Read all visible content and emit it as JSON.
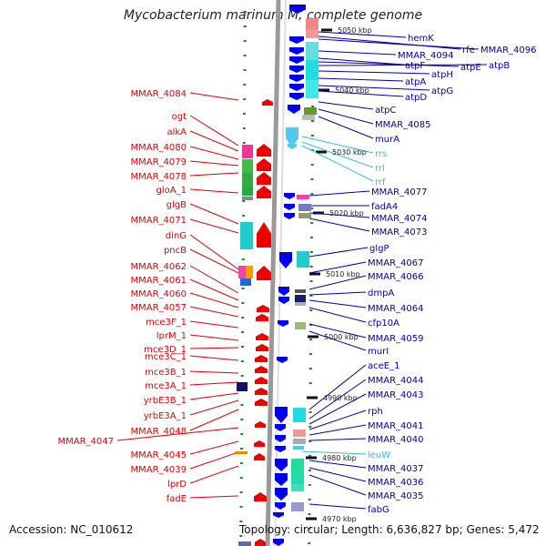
{
  "title": "Mycobacterium marinum M, complete genome",
  "footer": {
    "accession": "Accession: NC_010612",
    "topology": "Topology: circular; Length: 6,636,827 bp; Genes: 5,472"
  },
  "colors": {
    "left_label": "#dd0000",
    "right_label": "#0000aa",
    "rna_label": "#33bbdd",
    "leader": "#dd0000",
    "right_leader": "#0000aa",
    "rna_leader": "#33bbdd",
    "backbone": "#999999",
    "tick": "#1a8a1a",
    "forward_arrow": "#ee0000",
    "reverse_arrow": "#0000ee",
    "rna_arrow": "#55c8ee"
  },
  "kbp_markers": [
    "5050 kbp",
    "5040 kbp",
    "5030 kbp",
    "5020 kbp",
    "5010 kbp",
    "5000 kbp",
    "4990 kbp",
    "4980 kbp",
    "4970 kbp"
  ],
  "left_genes": [
    "MMAR_4084",
    "ogt",
    "alkA",
    "MMAR_4080",
    "MMAR_4079",
    "MMAR_4078",
    "gloA_1",
    "glgB",
    "MMAR_4071",
    "dinG",
    "pncB",
    "MMAR_4062",
    "MMAR_4061",
    "MMAR_4060",
    "MMAR_4057",
    "mce3F_1",
    "lprM_1",
    "mce3D_1",
    "mce3C_1",
    "mce3B_1",
    "mce3A_1",
    "yrbE3B_1",
    "yrbE3A_1",
    "MMAR_4048",
    "MMAR_4047",
    "MMAR_4045",
    "MMAR_4039",
    "lprD",
    "fadE"
  ],
  "right_genes": [
    "hemK",
    "rfe",
    "MMAR_4096",
    "MMAR_4094",
    "atpF",
    "atpE",
    "atpB",
    "atpH",
    "atpA",
    "atpG",
    "atpD",
    "atpC",
    "MMAR_4085",
    "murA",
    "MMAR_4077",
    "fadA4",
    "MMAR_4074",
    "MMAR_4073",
    "glgP",
    "MMAR_4067",
    "MMAR_4066",
    "dmpA",
    "MMAR_4064",
    "cfp10A",
    "MMAR_4059",
    "murI",
    "aceE_1",
    "MMAR_4044",
    "MMAR_4043",
    "rph",
    "MMAR_4041",
    "MMAR_4040",
    "MMAR_4037",
    "MMAR_4036",
    "MMAR_4035",
    "fabG"
  ],
  "rna_genes": [
    "rrs",
    "rrl",
    "rrf",
    "leuW"
  ]
}
